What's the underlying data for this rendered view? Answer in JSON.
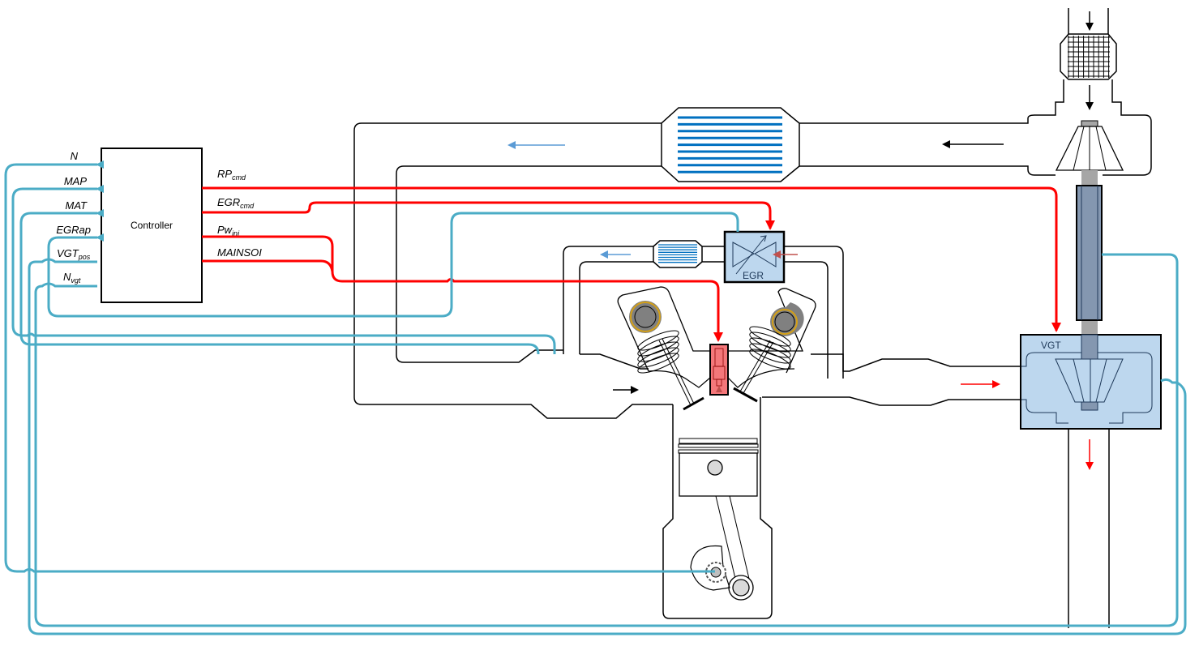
{
  "controller": {
    "label": "Controller",
    "inputs": [
      {
        "name": "N",
        "sub": ""
      },
      {
        "name": "MAP",
        "sub": ""
      },
      {
        "name": "MAT",
        "sub": ""
      },
      {
        "name": "EGRap",
        "sub": ""
      },
      {
        "name": "VGT",
        "sub": "pos"
      },
      {
        "name": "N",
        "sub": "vgt"
      }
    ],
    "outputs": [
      {
        "name": "RP",
        "sub": "cmd"
      },
      {
        "name": "EGR",
        "sub": "cmd"
      },
      {
        "name": "Pw",
        "sub": "inj"
      },
      {
        "name": "MAINSOI",
        "sub": ""
      }
    ]
  },
  "components": {
    "egr_valve": "EGR",
    "turbine": "VGT",
    "intercooler": "Intercooler",
    "egr_cooler": "EGR cooler",
    "air_filter": "Air filter",
    "compressor": "Compressor",
    "injector": "Injector",
    "piston": "Piston",
    "crankshaft": "Crankshaft"
  },
  "colors": {
    "sensor_wire": "#4bacc6",
    "command_wire": "#ff0000",
    "cooler": "#0070c0",
    "turbo_fill": "#bdd7ee",
    "shaft": "#8497b0",
    "injector_fill": "#f4777a",
    "cam_ring": "#d4a017",
    "air_flow_arrow": "#5b9bd5",
    "exhaust_flow_arrow": "#ff0000"
  }
}
